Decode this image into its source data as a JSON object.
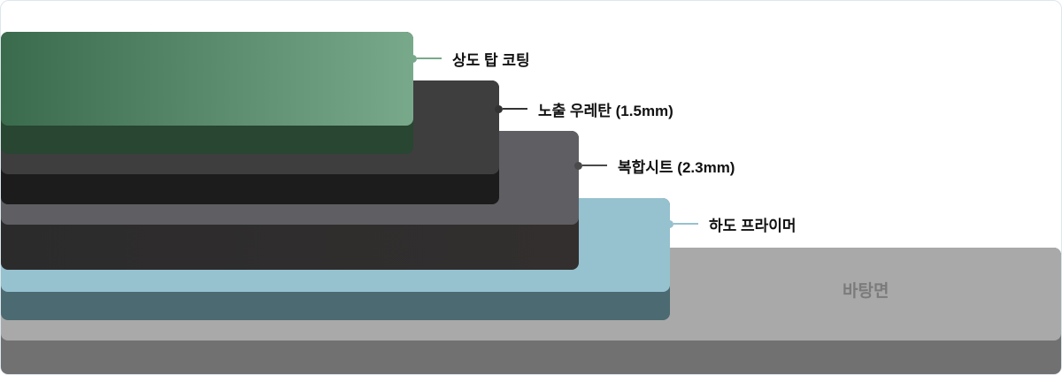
{
  "diagram": {
    "layers": [
      {
        "id": "top-coat",
        "label": "상도 탑 코팅",
        "colors": {
          "face_start": "#3a6b4c",
          "face_end": "#79a98b",
          "side": "#284632",
          "line": "#79a98b"
        }
      },
      {
        "id": "urethane",
        "label": "노출 우레탄 (1.5mm)",
        "colors": {
          "face": "#3e3e3f",
          "side": "#1c1c1c",
          "line": "#333333"
        }
      },
      {
        "id": "composite-sheet",
        "label": "복합시트 (2.3mm)",
        "colors": {
          "face": "#5f5e63",
          "side": "#2f2d2d",
          "line": "#4a4a4a"
        }
      },
      {
        "id": "primer",
        "label": "하도 프라이머",
        "colors": {
          "face": "#96c1cf",
          "side": "#4b6a71",
          "line": "#96c1cf"
        }
      },
      {
        "id": "substrate",
        "label": "바탕면",
        "colors": {
          "face": "#a9a9a9",
          "side": "#717171"
        }
      }
    ]
  }
}
